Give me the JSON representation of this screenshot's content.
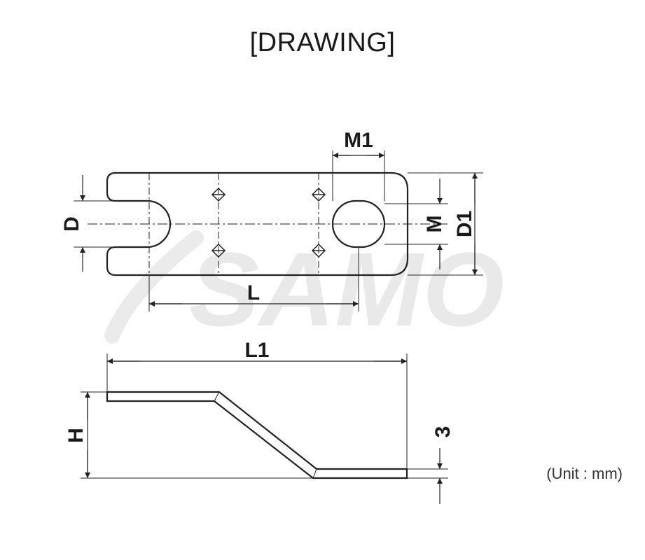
{
  "title": "[DRAWING]",
  "watermark": "SAMO",
  "dimensions": {
    "d": "D",
    "d1": "D1",
    "m": "M",
    "m1": "M1",
    "l": "L",
    "l1": "L1",
    "h": "H",
    "t": "3"
  },
  "unit_note": "(Unit : mm)",
  "colors": {
    "line": "#222222",
    "watermark": "#e9e9e9"
  }
}
